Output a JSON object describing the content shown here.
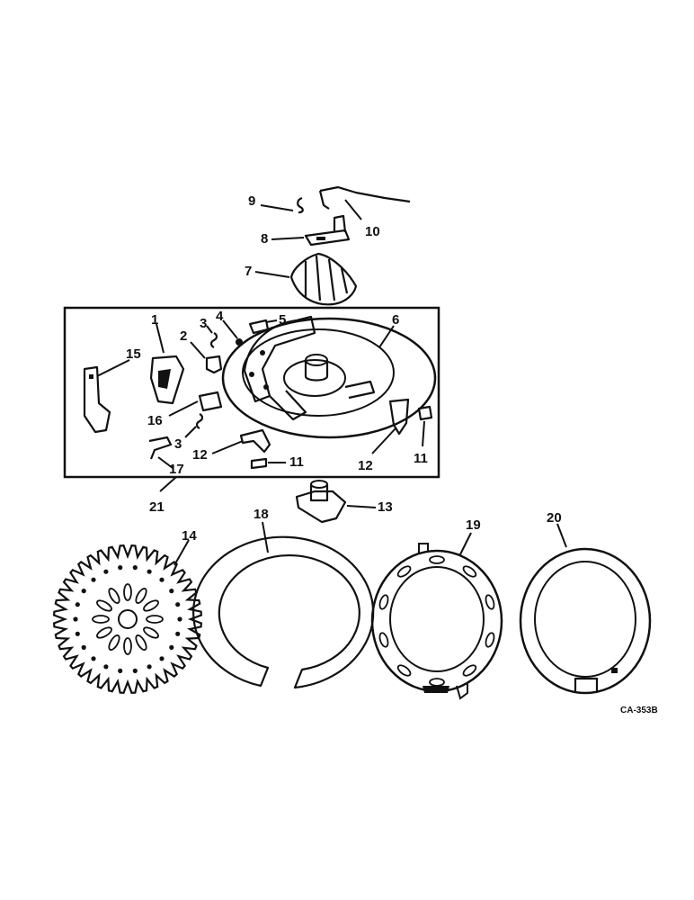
{
  "diagram_code": "CA-353B",
  "callouts": [
    {
      "id": "c1",
      "text": "1"
    },
    {
      "id": "c2",
      "text": "2"
    },
    {
      "id": "c3a",
      "text": "3"
    },
    {
      "id": "c3b",
      "text": "3"
    },
    {
      "id": "c4",
      "text": "4"
    },
    {
      "id": "c5",
      "text": "5"
    },
    {
      "id": "c6",
      "text": "6"
    },
    {
      "id": "c7",
      "text": "7"
    },
    {
      "id": "c8",
      "text": "8"
    },
    {
      "id": "c9",
      "text": "9"
    },
    {
      "id": "c10",
      "text": "10"
    },
    {
      "id": "c11a",
      "text": "11"
    },
    {
      "id": "c11b",
      "text": "11"
    },
    {
      "id": "c12a",
      "text": "12"
    },
    {
      "id": "c12b",
      "text": "12"
    },
    {
      "id": "c13",
      "text": "13"
    },
    {
      "id": "c14",
      "text": "14"
    },
    {
      "id": "c15",
      "text": "15"
    },
    {
      "id": "c16",
      "text": "16"
    },
    {
      "id": "c17",
      "text": "17"
    },
    {
      "id": "c18",
      "text": "18"
    },
    {
      "id": "c19",
      "text": "19"
    },
    {
      "id": "c20",
      "text": "20"
    },
    {
      "id": "c21",
      "text": "21"
    }
  ]
}
